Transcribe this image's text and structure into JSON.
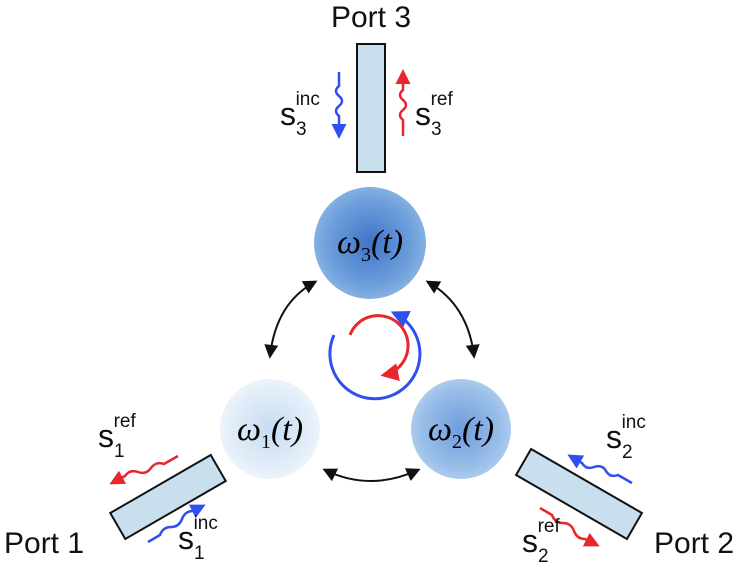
{
  "ports": {
    "p1": "Port 1",
    "p2": "Port 2",
    "p3": "Port 3"
  },
  "resonators": {
    "r1": {
      "symbol": "ω",
      "index": "1",
      "arg": "(t)"
    },
    "r2": {
      "symbol": "ω",
      "index": "2",
      "arg": "(t)"
    },
    "r3": {
      "symbol": "ω",
      "index": "3",
      "arg": "(t)"
    }
  },
  "signals": {
    "s_letter": "s",
    "inc": "inc",
    "ref": "ref",
    "idx1": "1",
    "idx2": "2",
    "idx3": "3"
  },
  "colors": {
    "incident": "#2f4ff0",
    "reflected": "#e8262b",
    "waveguide_fill": "#c9dfee",
    "coupling": "#111111"
  }
}
